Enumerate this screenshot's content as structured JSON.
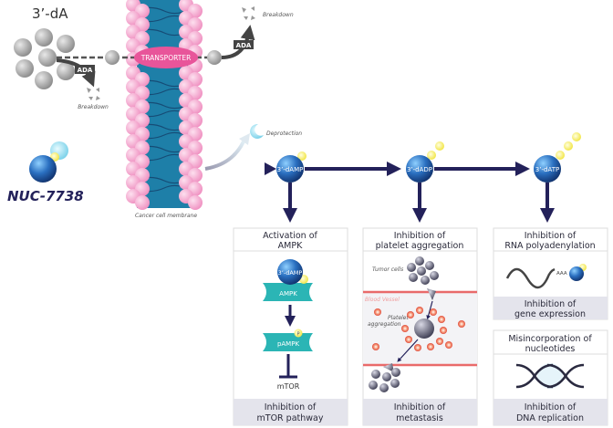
{
  "title_3da": "3’-dA",
  "ada_label": "ADA",
  "breakdown": "Breakdown",
  "transporter": "TRANSPORTER",
  "membrane_caption": "Cancer cell membrane",
  "deprotection": "Deprotection",
  "drug_name": "NUC-7738",
  "metabolites": [
    "3’-dAMP",
    "3’-dADP",
    "3’-dATP"
  ],
  "panels": {
    "ampk": {
      "header": [
        "Activation of",
        "AMPK"
      ],
      "ampk": "AMPK",
      "pampk": "pAMPK",
      "phospho": "P",
      "mtor": "mTOR",
      "footer": [
        "Inhibition of",
        "mTOR pathway"
      ]
    },
    "platelet": {
      "header": [
        "Inhibition of",
        "platelet aggregation"
      ],
      "tumor_cells": "Tumor cells",
      "blood_vessel": "Blood Vessel",
      "aggregation": [
        "Platelet",
        "aggregation"
      ],
      "footer": [
        "Inhibition of",
        "metastasis"
      ]
    },
    "rna": {
      "header": [
        "Inhibition of",
        "RNA polyadenylation"
      ],
      "tail": "AAA",
      "footer": [
        "Inhibition of",
        "gene expression"
      ]
    },
    "dna": {
      "header": [
        "Misincorporation of",
        "nucleotides"
      ],
      "footer": [
        "Inhibition of",
        "DNA replication"
      ]
    }
  },
  "colors": {
    "navy": "#23215a",
    "membrane_pink": "#f3a7cf",
    "membrane_blue": "#1e7fa8",
    "teal": "#2bb5b5",
    "panel_footer": "#e4e4ec",
    "yellow": "#f2e64a",
    "vessel_red": "#e96a6a"
  }
}
